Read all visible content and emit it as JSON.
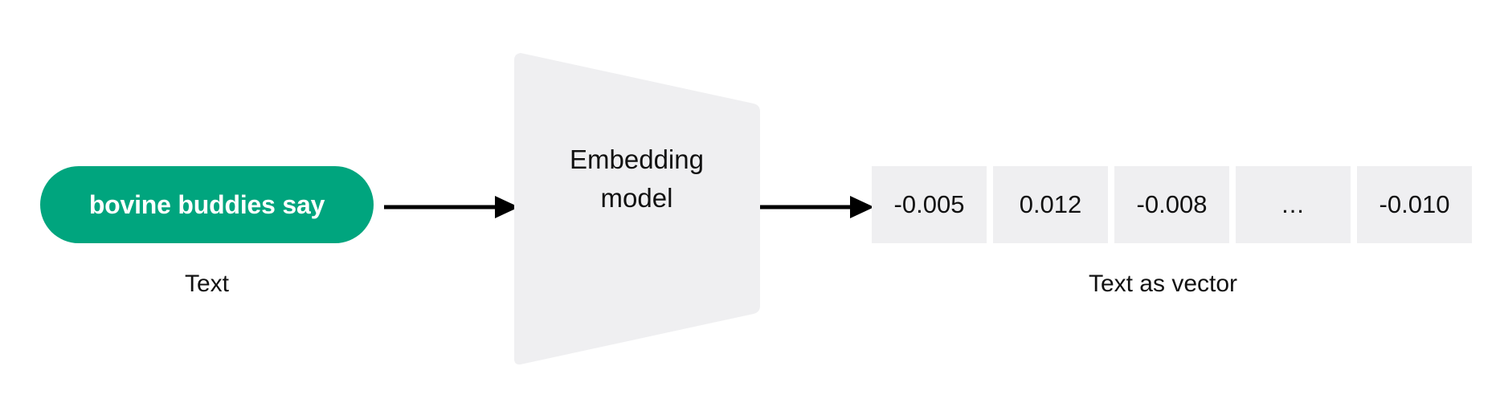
{
  "diagram": {
    "title_not_shown": "",
    "colors": {
      "pill_green": "#00A57E",
      "shape_gray": "#EFEFF1",
      "text_dark": "#111111",
      "background": "#FFFFFF",
      "arrow": "#000000"
    },
    "input": {
      "pill_text": "bovine buddies say",
      "caption": "Text"
    },
    "model": {
      "line1": "Embedding",
      "line2": "model"
    },
    "output": {
      "caption": "Text as vector",
      "cells": [
        {
          "value": "-0.005"
        },
        {
          "value": "0.012"
        },
        {
          "value": "-0.008"
        },
        {
          "value": "..."
        },
        {
          "value": "-0.010"
        }
      ]
    },
    "arrows": [
      {
        "name": "text-to-model",
        "direction": "right"
      },
      {
        "name": "model-to-vector",
        "direction": "right"
      }
    ]
  }
}
